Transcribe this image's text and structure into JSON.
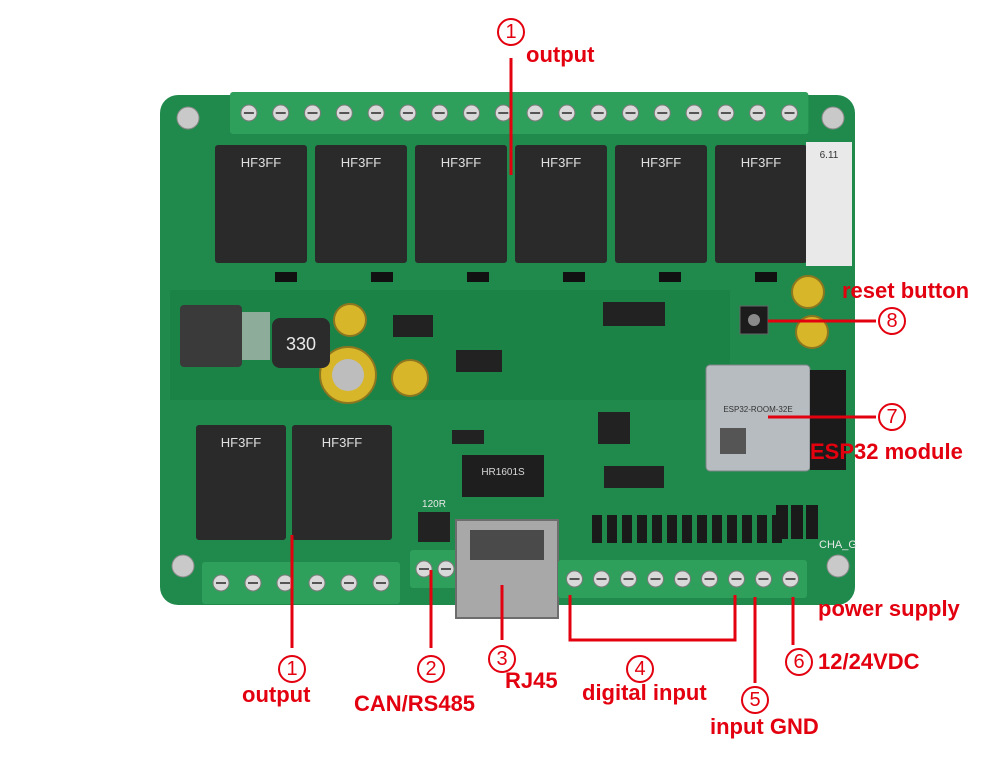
{
  "colors": {
    "pcb": "#1f8a4c",
    "pcb_dark": "#15703b",
    "terminal": "#2fa05c",
    "relay": "#2a2a2a",
    "callout": "#e3000f"
  },
  "callouts": {
    "c1_top": {
      "number": "1",
      "label": "output"
    },
    "c1_bottom": {
      "number": "1",
      "label": "output"
    },
    "c2": {
      "number": "2",
      "label": "CAN/RS485"
    },
    "c3": {
      "number": "3",
      "label": "RJ45"
    },
    "c4": {
      "number": "4",
      "label": "digital input"
    },
    "c5": {
      "number": "5",
      "label": "input GND"
    },
    "c6": {
      "number": "6",
      "label": "12/24VDC",
      "extra": "power supply"
    },
    "c7": {
      "number": "7",
      "label": "ESP32 module"
    },
    "c8": {
      "number": "8",
      "label": "reset button"
    }
  },
  "board_marks": {
    "relay_text": "HF3FF",
    "inductor": "330",
    "jumper": "120R",
    "channel": "CHA_G",
    "transformer": "HR1601S",
    "label_ver": "6.11",
    "esp_text": "ESP32-ROOM-32E"
  }
}
